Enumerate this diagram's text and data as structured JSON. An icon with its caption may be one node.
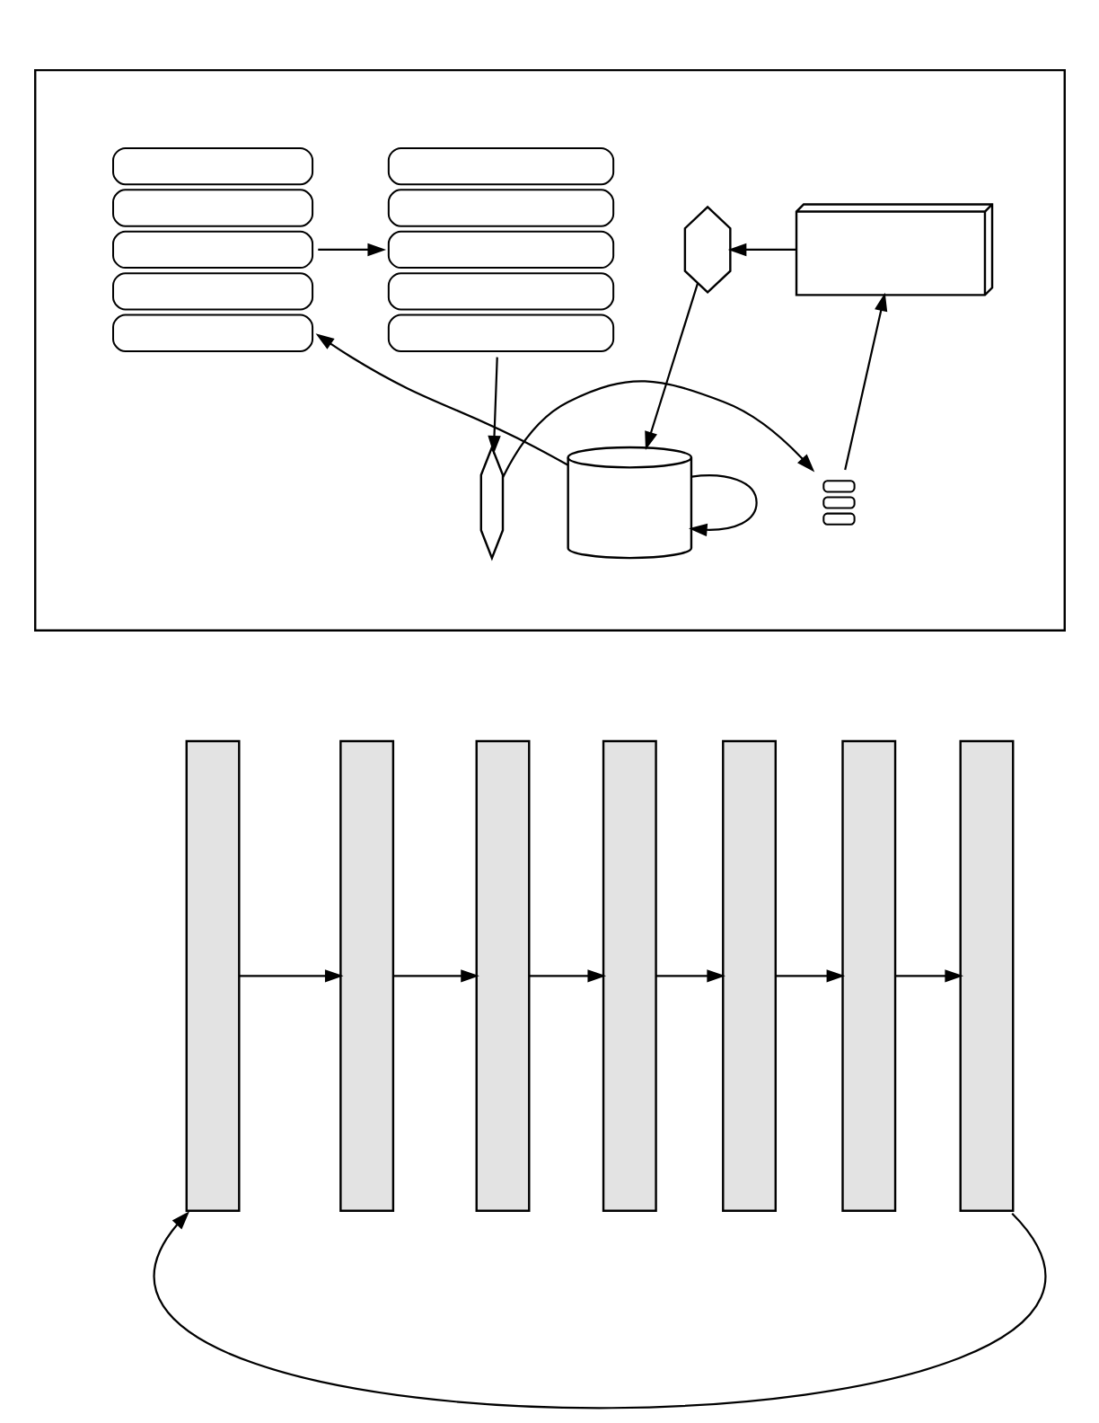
{
  "diagram": {
    "nodes": [
      {
        "text": [],
        "shape": "box"
      },
      {
        "text": [],
        "shape": "coil",
        "in": 0
      },
      {
        "text": [],
        "shape": "coil",
        "in": 0
      },
      {
        "text": [],
        "shape": "box",
        "in": 0
      },
      {
        "text": [],
        "shape": "hexagon",
        "in": 0
      },
      {
        "text": [],
        "shape": "capsule",
        "in": 0
      },
      {
        "text": [],
        "shape": "coil",
        "in": 0
      },
      {
        "text": [],
        "shape": "cylinder",
        "in": 0
      },
      {
        "text": [],
        "shape": "bar"
      },
      {
        "text": [],
        "shape": "bar"
      },
      {
        "text": [],
        "shape": "bar"
      },
      {
        "text": [],
        "shape": "bar"
      },
      {
        "text": [],
        "shape": "bar"
      },
      {
        "text": [],
        "shape": "bar"
      },
      {
        "text": [],
        "shape": "bar"
      }
    ],
    "edges": [
      {
        "from": 7,
        "to": 7,
        "arrow": "to"
      },
      {
        "from": 7,
        "to": 2,
        "arrow": "to"
      },
      {
        "from": 2,
        "to": 1,
        "arrow": "to"
      },
      {
        "from": 1,
        "to": 5,
        "arrow": "to"
      },
      {
        "from": 5,
        "to": 6,
        "arrow": "to"
      },
      {
        "from": 6,
        "to": 3,
        "arrow": "to"
      },
      {
        "from": 3,
        "to": 4,
        "arrow": "to"
      },
      {
        "from": 4,
        "to": 7,
        "arrow": "to"
      },
      {
        "from": 8,
        "to": 9,
        "arrow": "to"
      },
      {
        "from": 9,
        "to": 10,
        "arrow": "to"
      },
      {
        "from": 10,
        "to": 11,
        "arrow": "to"
      },
      {
        "from": 11,
        "to": 12,
        "arrow": "to"
      },
      {
        "from": 12,
        "to": 13,
        "arrow": "to"
      },
      {
        "from": 13,
        "to": 14,
        "arrow": "to"
      },
      {
        "from": 14,
        "to": 8,
        "arrow": "to"
      }
    ]
  }
}
